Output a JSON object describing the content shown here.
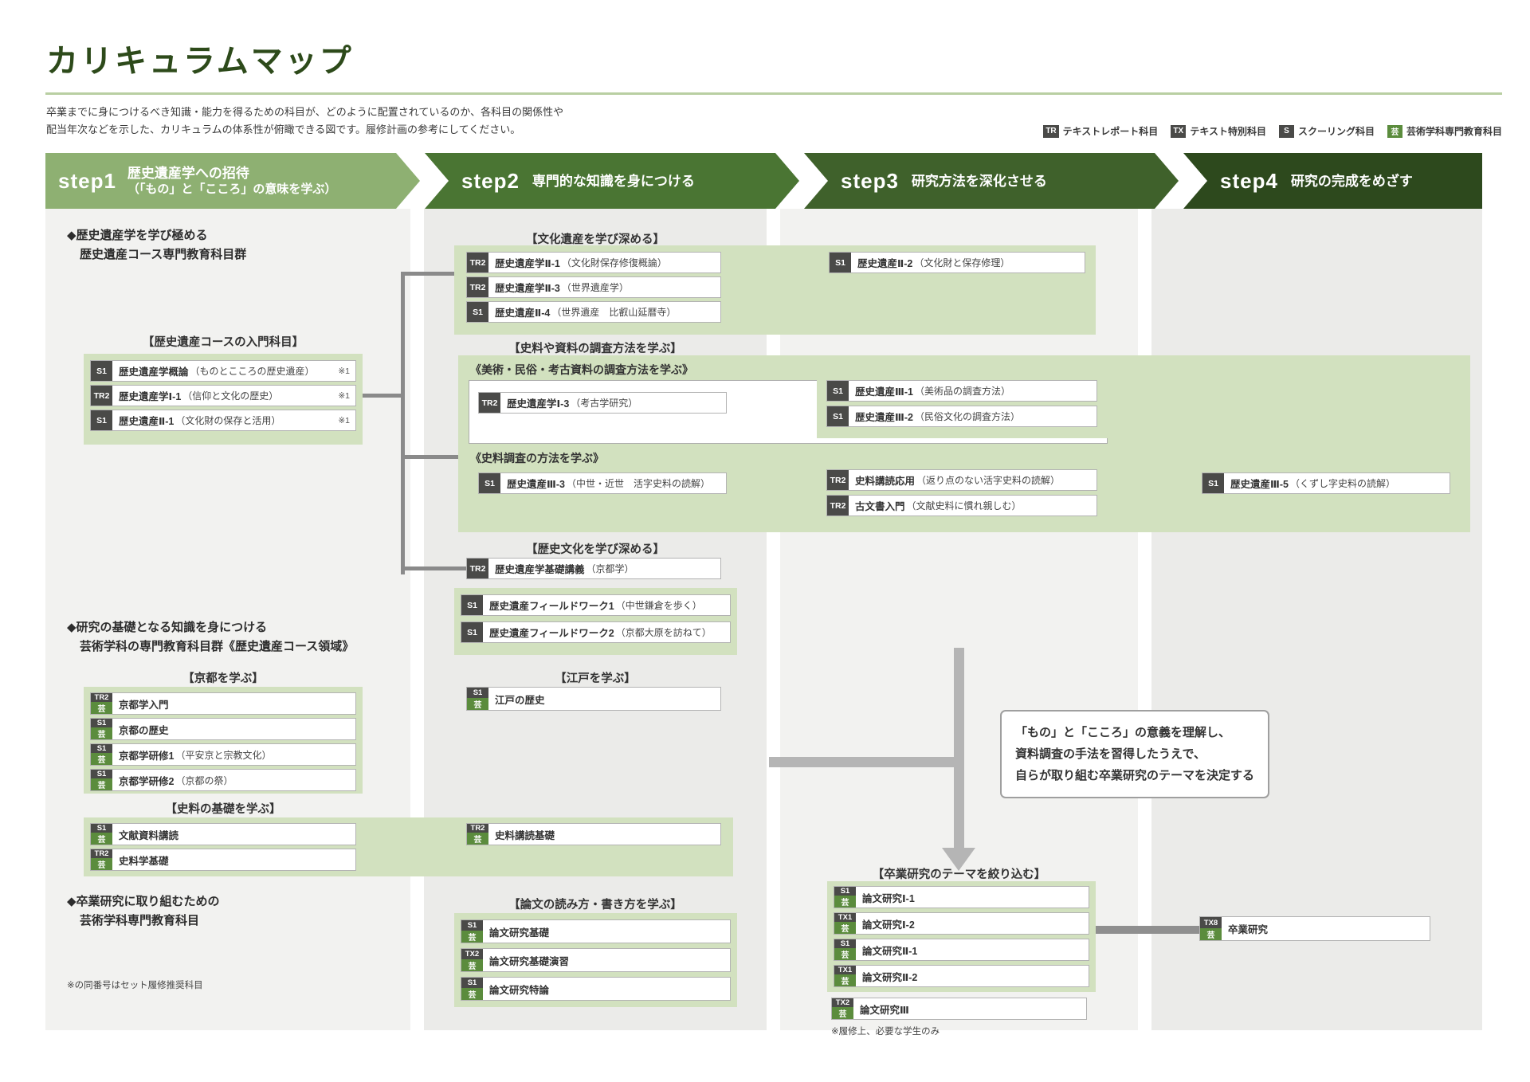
{
  "page": {
    "title": "カリキュラムマップ",
    "intro1": "卒業までに身につけるべき知識・能力を得るための科目が、どのように配置されているのか、各科目の関係性や",
    "intro2": "配当年次などを示した、カリキュラムの体系性が俯瞰できる図です。履修計画の参考にしてください。",
    "set_note": "※の同番号はセット履修推奨科目"
  },
  "colors": {
    "accent_green": "#2d4a1a",
    "step1": "#8eb072",
    "step2": "#4a7533",
    "step3": "#3f612b",
    "step4": "#2d491d",
    "group_box_green": "#d2e1bf",
    "tag_dark": "#4a4a48",
    "tag_green": "#5b8c3d"
  },
  "legend": {
    "items": [
      {
        "tag": "TR",
        "label": "テキストレポート科目"
      },
      {
        "tag": "TX",
        "label": "テキスト特別科目"
      },
      {
        "tag": "S",
        "label": "スクーリング科目"
      },
      {
        "tag": "芸",
        "label": "芸術学科専門教育科目"
      }
    ]
  },
  "steps": {
    "s1": {
      "name": "step1",
      "title": "歴史遺産学への招待",
      "subtitle": "（「もの」と「こころ」の意味を学ぶ）"
    },
    "s2": {
      "name": "step2",
      "title": "専門的な知識を身につける"
    },
    "s3": {
      "name": "step3",
      "title": "研究方法を深化させる"
    },
    "s4": {
      "name": "step4",
      "title": "研究の完成をめざす"
    }
  },
  "left": {
    "h1a": "◆歴史遺産学を学び極める",
    "h1b": "歴史遺産コース専門教育科目群",
    "h2a": "◆研究の基礎となる知識を身につける",
    "h2b": "芸術学科の専門教育科目群《歴史遺産コース領域》",
    "h3a": "◆卒業研究に取り組むための",
    "h3b": "芸術学科専門教育科目"
  },
  "groups": {
    "intro": {
      "heading": "【歴史遺産コースの入門科目】",
      "rows": [
        {
          "tag": "S1",
          "name": "歴史遺産学概論",
          "detail": "（ものとこころの歴史遺産）",
          "note": "※1"
        },
        {
          "tag": "TR2",
          "name": "歴史遺産学Ⅰ-1",
          "detail": "（信仰と文化の歴史）",
          "note": "※1"
        },
        {
          "tag": "S1",
          "name": "歴史遺産Ⅱ-1",
          "detail": "（文化財の保存と活用）",
          "note": "※1"
        }
      ]
    },
    "bunka": {
      "heading": "【文化遺産を学び深める】",
      "rows": [
        {
          "tag": "TR2",
          "name": "歴史遺産学Ⅱ-1",
          "detail": "（文化財保存修復概論）"
        },
        {
          "tag": "TR2",
          "name": "歴史遺産学Ⅱ-3",
          "detail": "（世界遺産学）"
        },
        {
          "tag": "S1",
          "name": "歴史遺産Ⅱ-4",
          "detail": "（世界遺産　比叡山延暦寺）"
        }
      ],
      "right": {
        "tag": "S1",
        "name": "歴史遺産Ⅱ-2",
        "detail": "（文化財と保存修理）"
      }
    },
    "chosa": {
      "heading": "【史料や資料の調査方法を学ぶ】",
      "sub1": "《美術・民俗・考古資料の調査方法を学ぶ》",
      "sub2": "《史料調査の方法を学ぶ》",
      "koko": {
        "tag": "TR2",
        "name": "歴史遺産学Ⅰ-3",
        "detail": "（考古学研究）"
      },
      "b31": {
        "tag": "S1",
        "name": "歴史遺産Ⅲ-1",
        "detail": "（美術品の調査方法）"
      },
      "b32": {
        "tag": "S1",
        "name": "歴史遺産Ⅲ-2",
        "detail": "（民俗文化の調査方法）"
      },
      "b33": {
        "tag": "S1",
        "name": "歴史遺産Ⅲ-3",
        "detail": "（中世・近世　活字史料の読解）"
      },
      "shidoku": {
        "tag": "TR2",
        "name": "史料講読応用",
        "detail": "（返り点のない活字史料の読解）"
      },
      "komonjo": {
        "tag": "TR2",
        "name": "古文書入門",
        "detail": "（文献史料に慣れ親しむ）"
      },
      "b35": {
        "tag": "S1",
        "name": "歴史遺産Ⅲ-5",
        "detail": "（くずし字史料の読解）"
      }
    },
    "rekibunka": {
      "heading": "【歴史文化を学び深める】",
      "kiso": {
        "tag": "TR2",
        "name": "歴史遺産学基礎講義",
        "detail": "（京都学）"
      },
      "rows": [
        {
          "tag": "S1",
          "name": "歴史遺産フィールドワーク1",
          "detail": "（中世鎌倉を歩く）"
        },
        {
          "tag": "S1",
          "name": "歴史遺産フィールドワーク2",
          "detail": "（京都大原を訪ねて）"
        }
      ]
    },
    "kyoto": {
      "heading": "【京都を学ぶ】",
      "rows": [
        {
          "tag": "TR2",
          "tag2": "芸",
          "name": "京都学入門"
        },
        {
          "tag": "S1",
          "tag2": "芸",
          "name": "京都の歴史"
        },
        {
          "tag": "S1",
          "tag2": "芸",
          "name": "京都学研修1",
          "detail": "（平安京と宗教文化）"
        },
        {
          "tag": "S1",
          "tag2": "芸",
          "name": "京都学研修2",
          "detail": "（京都の祭）"
        }
      ]
    },
    "edo": {
      "heading": "【江戸を学ぶ】",
      "row": {
        "tag": "S1",
        "tag2": "芸",
        "name": "江戸の歴史"
      }
    },
    "shiryokiso": {
      "heading": "【史料の基礎を学ぶ】",
      "rows": [
        {
          "tag": "S1",
          "tag2": "芸",
          "name": "文献資料講読"
        },
        {
          "tag": "TR2",
          "tag2": "芸",
          "name": "史料学基礎"
        }
      ],
      "right": {
        "tag": "TR2",
        "tag2": "芸",
        "name": "史料講読基礎"
      }
    },
    "ronbun": {
      "heading": "【論文の読み方・書き方を学ぶ】",
      "rows": [
        {
          "tag": "S1",
          "tag2": "芸",
          "name": "論文研究基礎"
        },
        {
          "tag": "TX2",
          "tag2": "芸",
          "name": "論文研究基礎演習"
        },
        {
          "tag": "S1",
          "tag2": "芸",
          "name": "論文研究特論"
        }
      ]
    },
    "theme": {
      "heading": "【卒業研究のテーマを絞り込む】",
      "rows": [
        {
          "tag": "S1",
          "tag2": "芸",
          "name": "論文研究Ⅰ-1"
        },
        {
          "tag": "TX1",
          "tag2": "芸",
          "name": "論文研究Ⅰ-2"
        },
        {
          "tag": "S1",
          "tag2": "芸",
          "name": "論文研究Ⅱ-1"
        },
        {
          "tag": "TX1",
          "tag2": "芸",
          "name": "論文研究Ⅱ-2"
        }
      ],
      "extra": {
        "tag": "TX2",
        "tag2": "芸",
        "name": "論文研究Ⅲ"
      },
      "note": "※履修上、必要な学生のみ"
    },
    "sotsugyo": {
      "tag": "TX8",
      "tag2": "芸",
      "name": "卒業研究"
    }
  },
  "callout": {
    "l1": "「もの」と「こころ」の意義を理解し、",
    "l2": "資料調査の手法を習得したうえで、",
    "l3": "自らが取り組む卒業研究のテーマを決定する"
  }
}
